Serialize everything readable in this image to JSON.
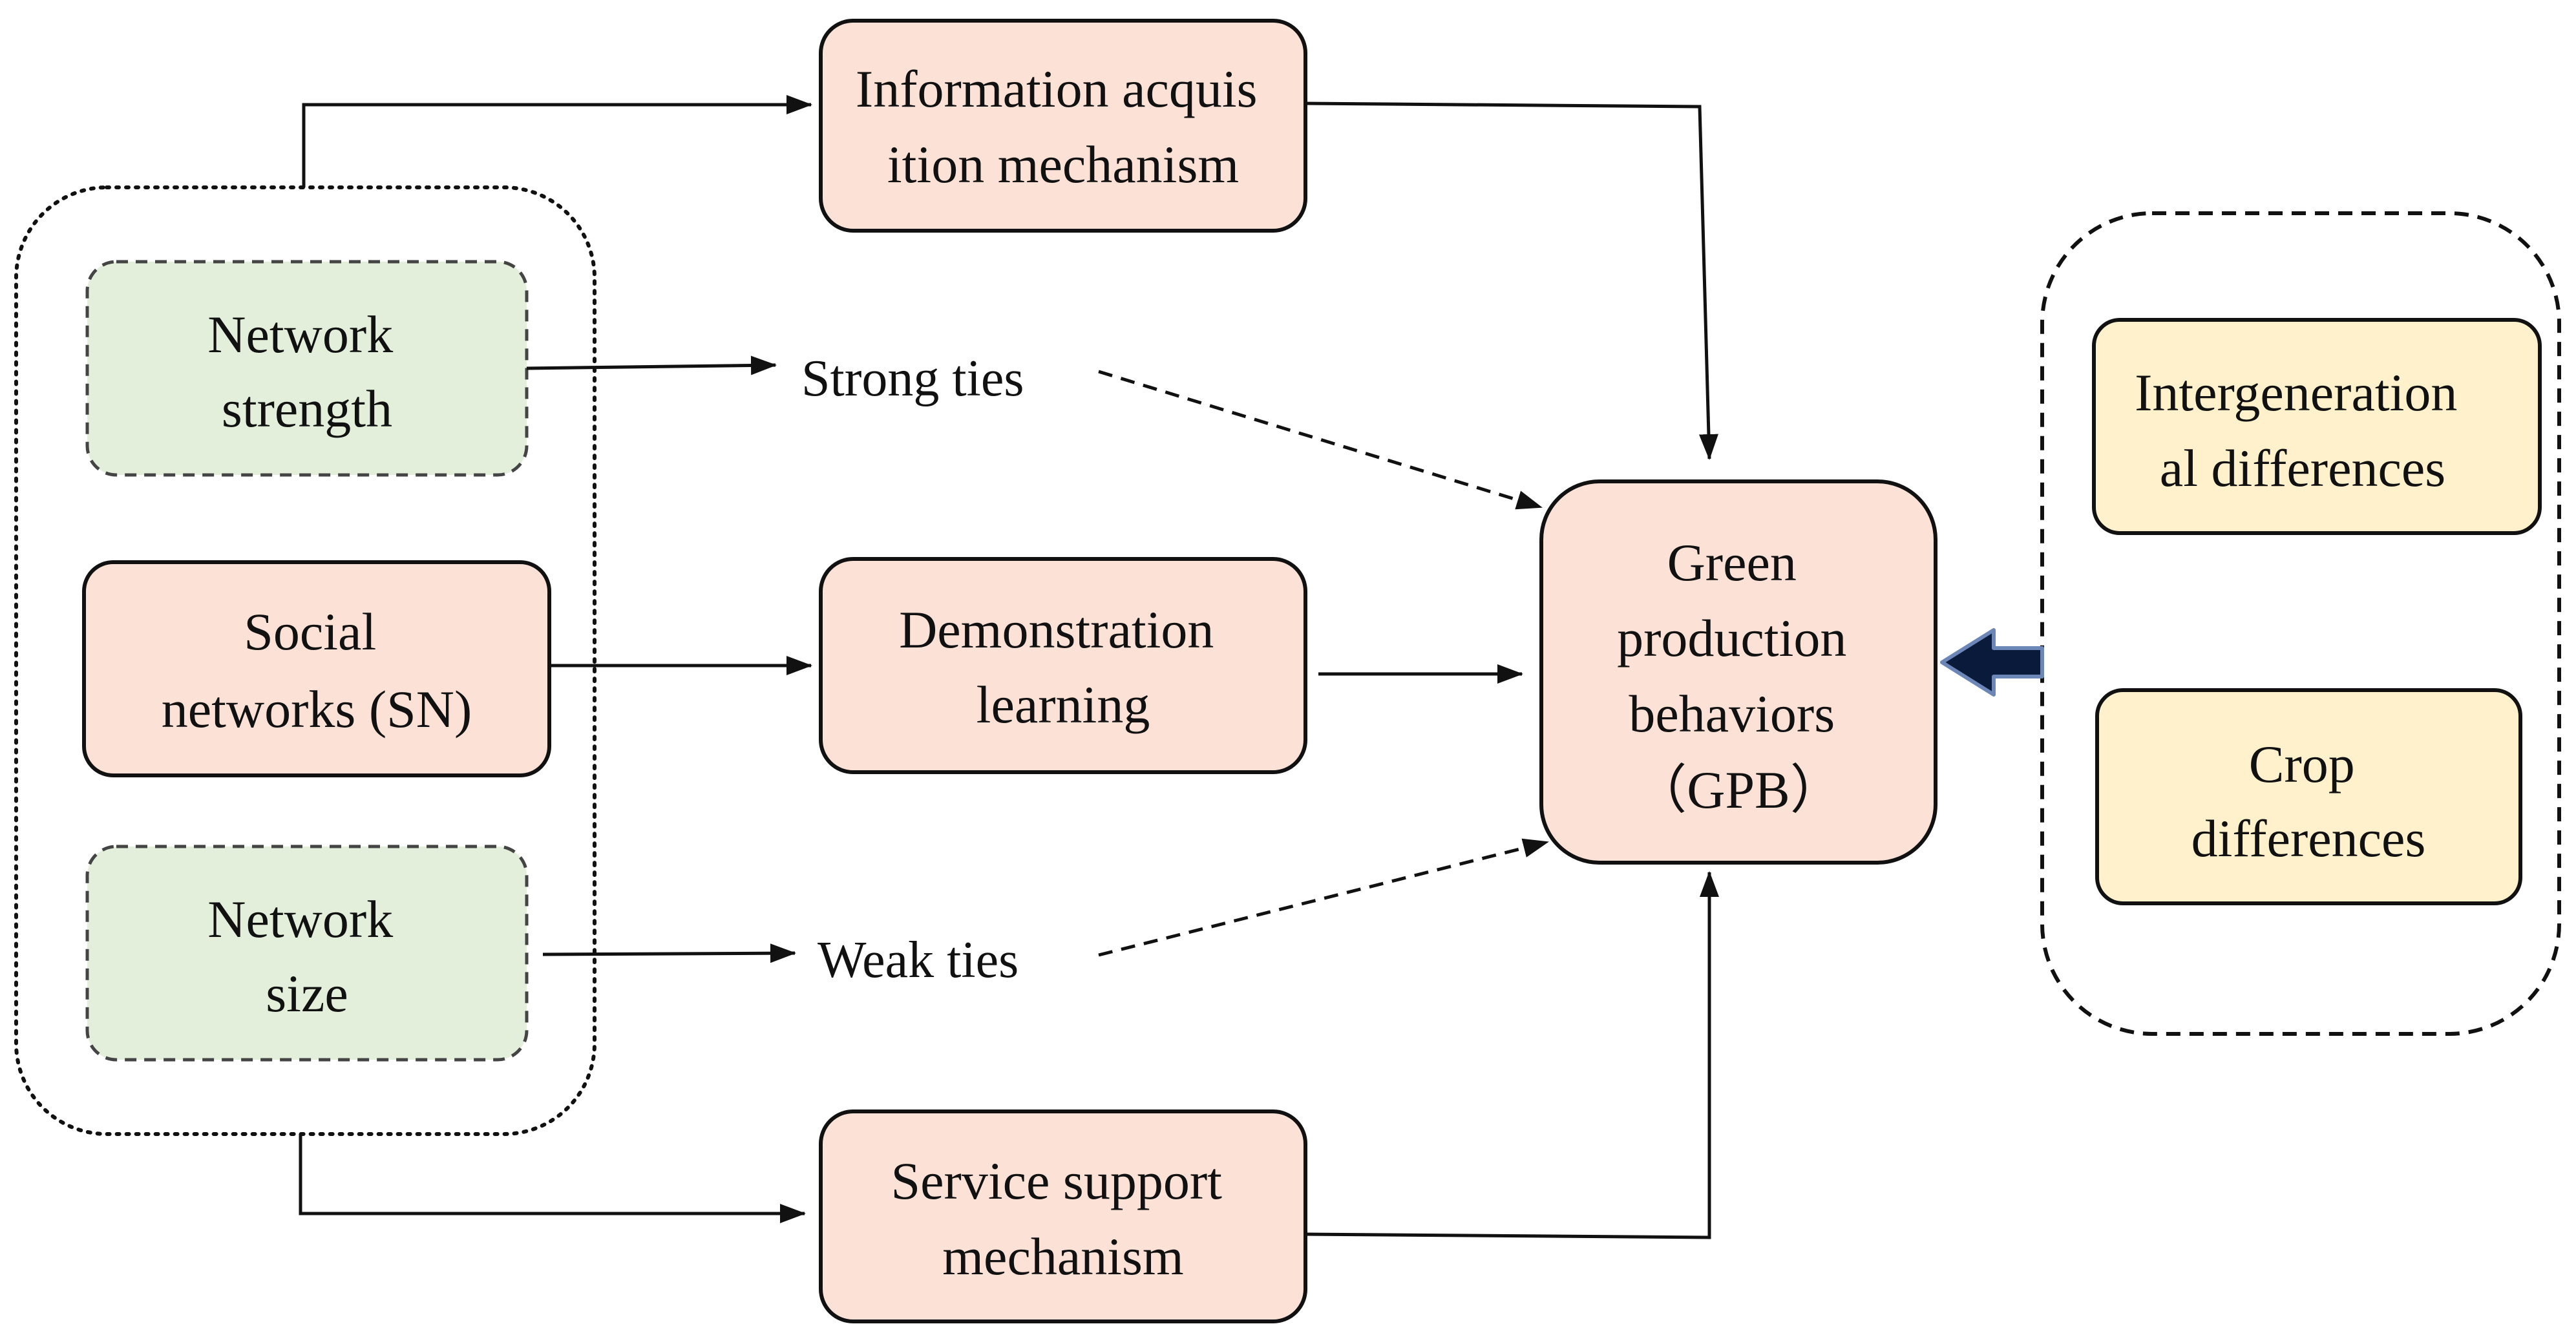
{
  "nodes": {
    "network_strength": {
      "lines": [
        "Network",
        "strength"
      ]
    },
    "social_networks": {
      "lines": [
        "Social",
        "networks (SN)"
      ]
    },
    "network_size": {
      "lines": [
        "Network",
        "size"
      ]
    },
    "info_acquisition": {
      "lines": [
        "Information acquis",
        "ition mechanism"
      ]
    },
    "demonstration": {
      "lines": [
        "Demonstration",
        "learning"
      ]
    },
    "service_support": {
      "lines": [
        "Service support",
        "mechanism"
      ]
    },
    "gpb": {
      "lines": [
        "Green",
        "production",
        "behaviors",
        "（GPB）"
      ]
    },
    "intergenerational": {
      "lines": [
        "Intergeneration",
        "al differences"
      ]
    },
    "crop": {
      "lines": [
        "Crop",
        "differences"
      ]
    }
  },
  "labels": {
    "strong_ties": "Strong ties",
    "weak_ties": "Weak ties"
  },
  "colors": {
    "salmon_box": "#fbe1d6",
    "green_box": "#e3efda",
    "yellow_box": "#fef1cc",
    "stroke": "#111111",
    "thick_arrow": "#0a1a3a"
  },
  "icons": {
    "moderator_arrow": "thick-left-arrow-icon"
  }
}
